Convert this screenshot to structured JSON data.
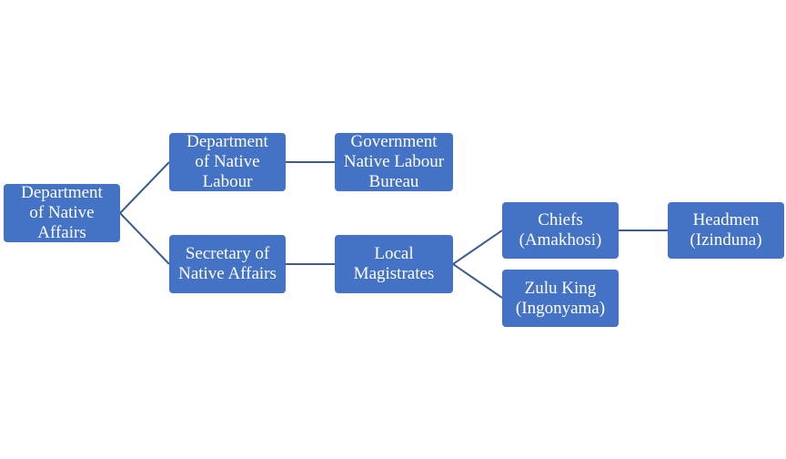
{
  "nodes": {
    "department_native_affairs": "Department\nof Native\nAffairs",
    "department_native_labour": "Department\nof Native\nLabour",
    "government_native_labour_bureau": "Government\nNative Labour\nBureau",
    "secretary_native_affairs": "Secretary of\nNative Affairs",
    "local_magistrates": "Local\nMagistrates",
    "chiefs": "Chiefs\n(Amakhosi)",
    "zulu_king": "Zulu King\n(Ingonyama)",
    "headmen": "Headmen\n(Izinduna)"
  },
  "colors": {
    "node_fill": "#4472c4",
    "node_text": "#ffffff",
    "connector": "#3e5c8f"
  }
}
